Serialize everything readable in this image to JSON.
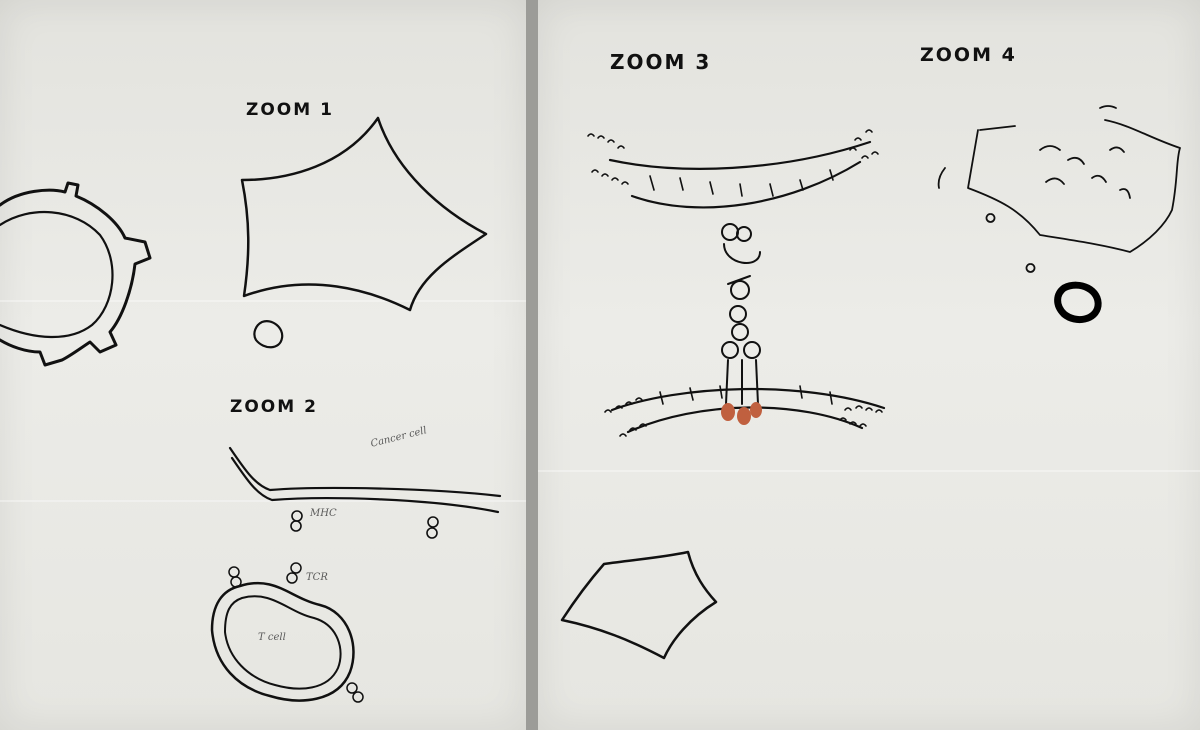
{
  "labels": {
    "zoom1": "ZOOM 1",
    "zoom2": "ZOOM 2",
    "zoom3": "ZOOM 3",
    "zoom4": "ZOOM 4"
  },
  "annotations": {
    "cancer_cell": "Cancer cell",
    "mhc": "MHC",
    "tcr": "TCR",
    "t_cell": "T cell"
  },
  "colors": {
    "ink": "#111111",
    "paper": "#e8e8e3",
    "pencil": "#6b6b6b",
    "red_marker": "#c0603f"
  },
  "icons": [
    "cell-ring-sketch",
    "star-cell-sketch",
    "membrane-sketch",
    "receptor-sketch",
    "t-cell-sketch",
    "scribble-cloud-sketch"
  ]
}
